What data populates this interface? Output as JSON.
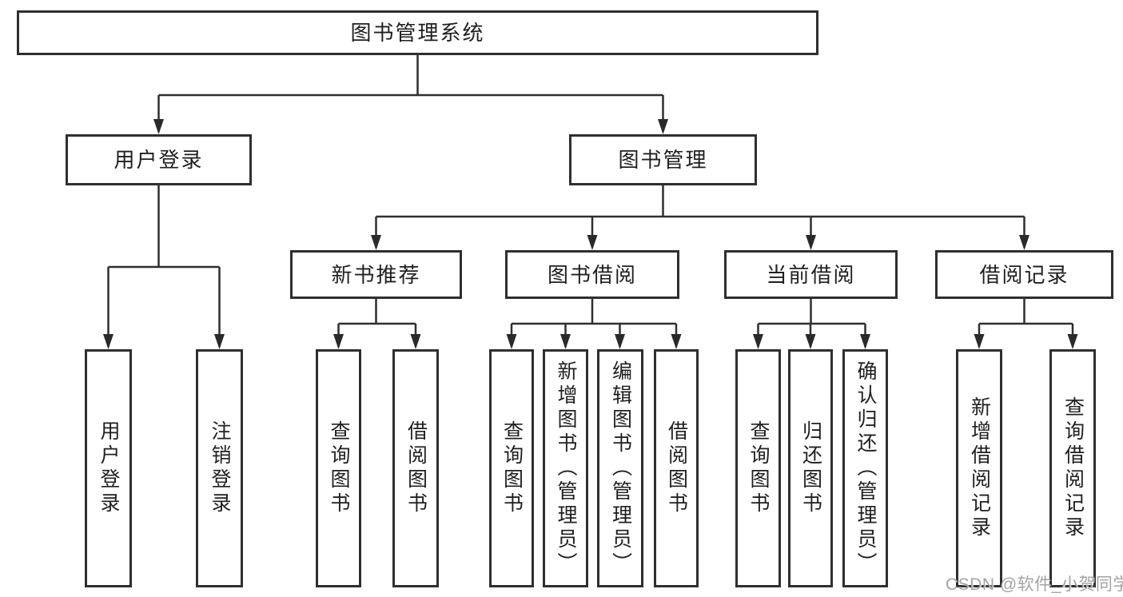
{
  "diagram_title": "图书管理系统",
  "colors": {
    "background": "#ffffff",
    "box_border": "#2f2f2f",
    "connector_line": "#2f2f2f",
    "arrowhead": "#2a2a2a",
    "text": "#1f1f1f",
    "watermark": "#a3a3a3"
  },
  "watermark": {
    "text": "CSDN @软件_小贺同学"
  },
  "tree": {
    "label": "图书管理系统",
    "children": [
      {
        "label": "用户登录",
        "children": [
          {
            "label": "用户登录"
          },
          {
            "label": "注销登录"
          }
        ]
      },
      {
        "label": "图书管理",
        "children": [
          {
            "label": "新书推荐",
            "children": [
              {
                "label": "查询图书"
              },
              {
                "label": "借阅图书"
              }
            ]
          },
          {
            "label": "图书借阅",
            "children": [
              {
                "label": "查询图书"
              },
              {
                "label": "新增图书（管理员）"
              },
              {
                "label": "编辑图书（管理员）"
              },
              {
                "label": "借阅图书"
              }
            ]
          },
          {
            "label": "当前借阅",
            "children": [
              {
                "label": "查询图书"
              },
              {
                "label": "归还图书"
              },
              {
                "label": "确认归还（管理员）"
              }
            ]
          },
          {
            "label": "借阅记录",
            "children": [
              {
                "label": "新增借阅记录"
              },
              {
                "label": "查询借阅记录"
              }
            ]
          }
        ]
      }
    ]
  }
}
